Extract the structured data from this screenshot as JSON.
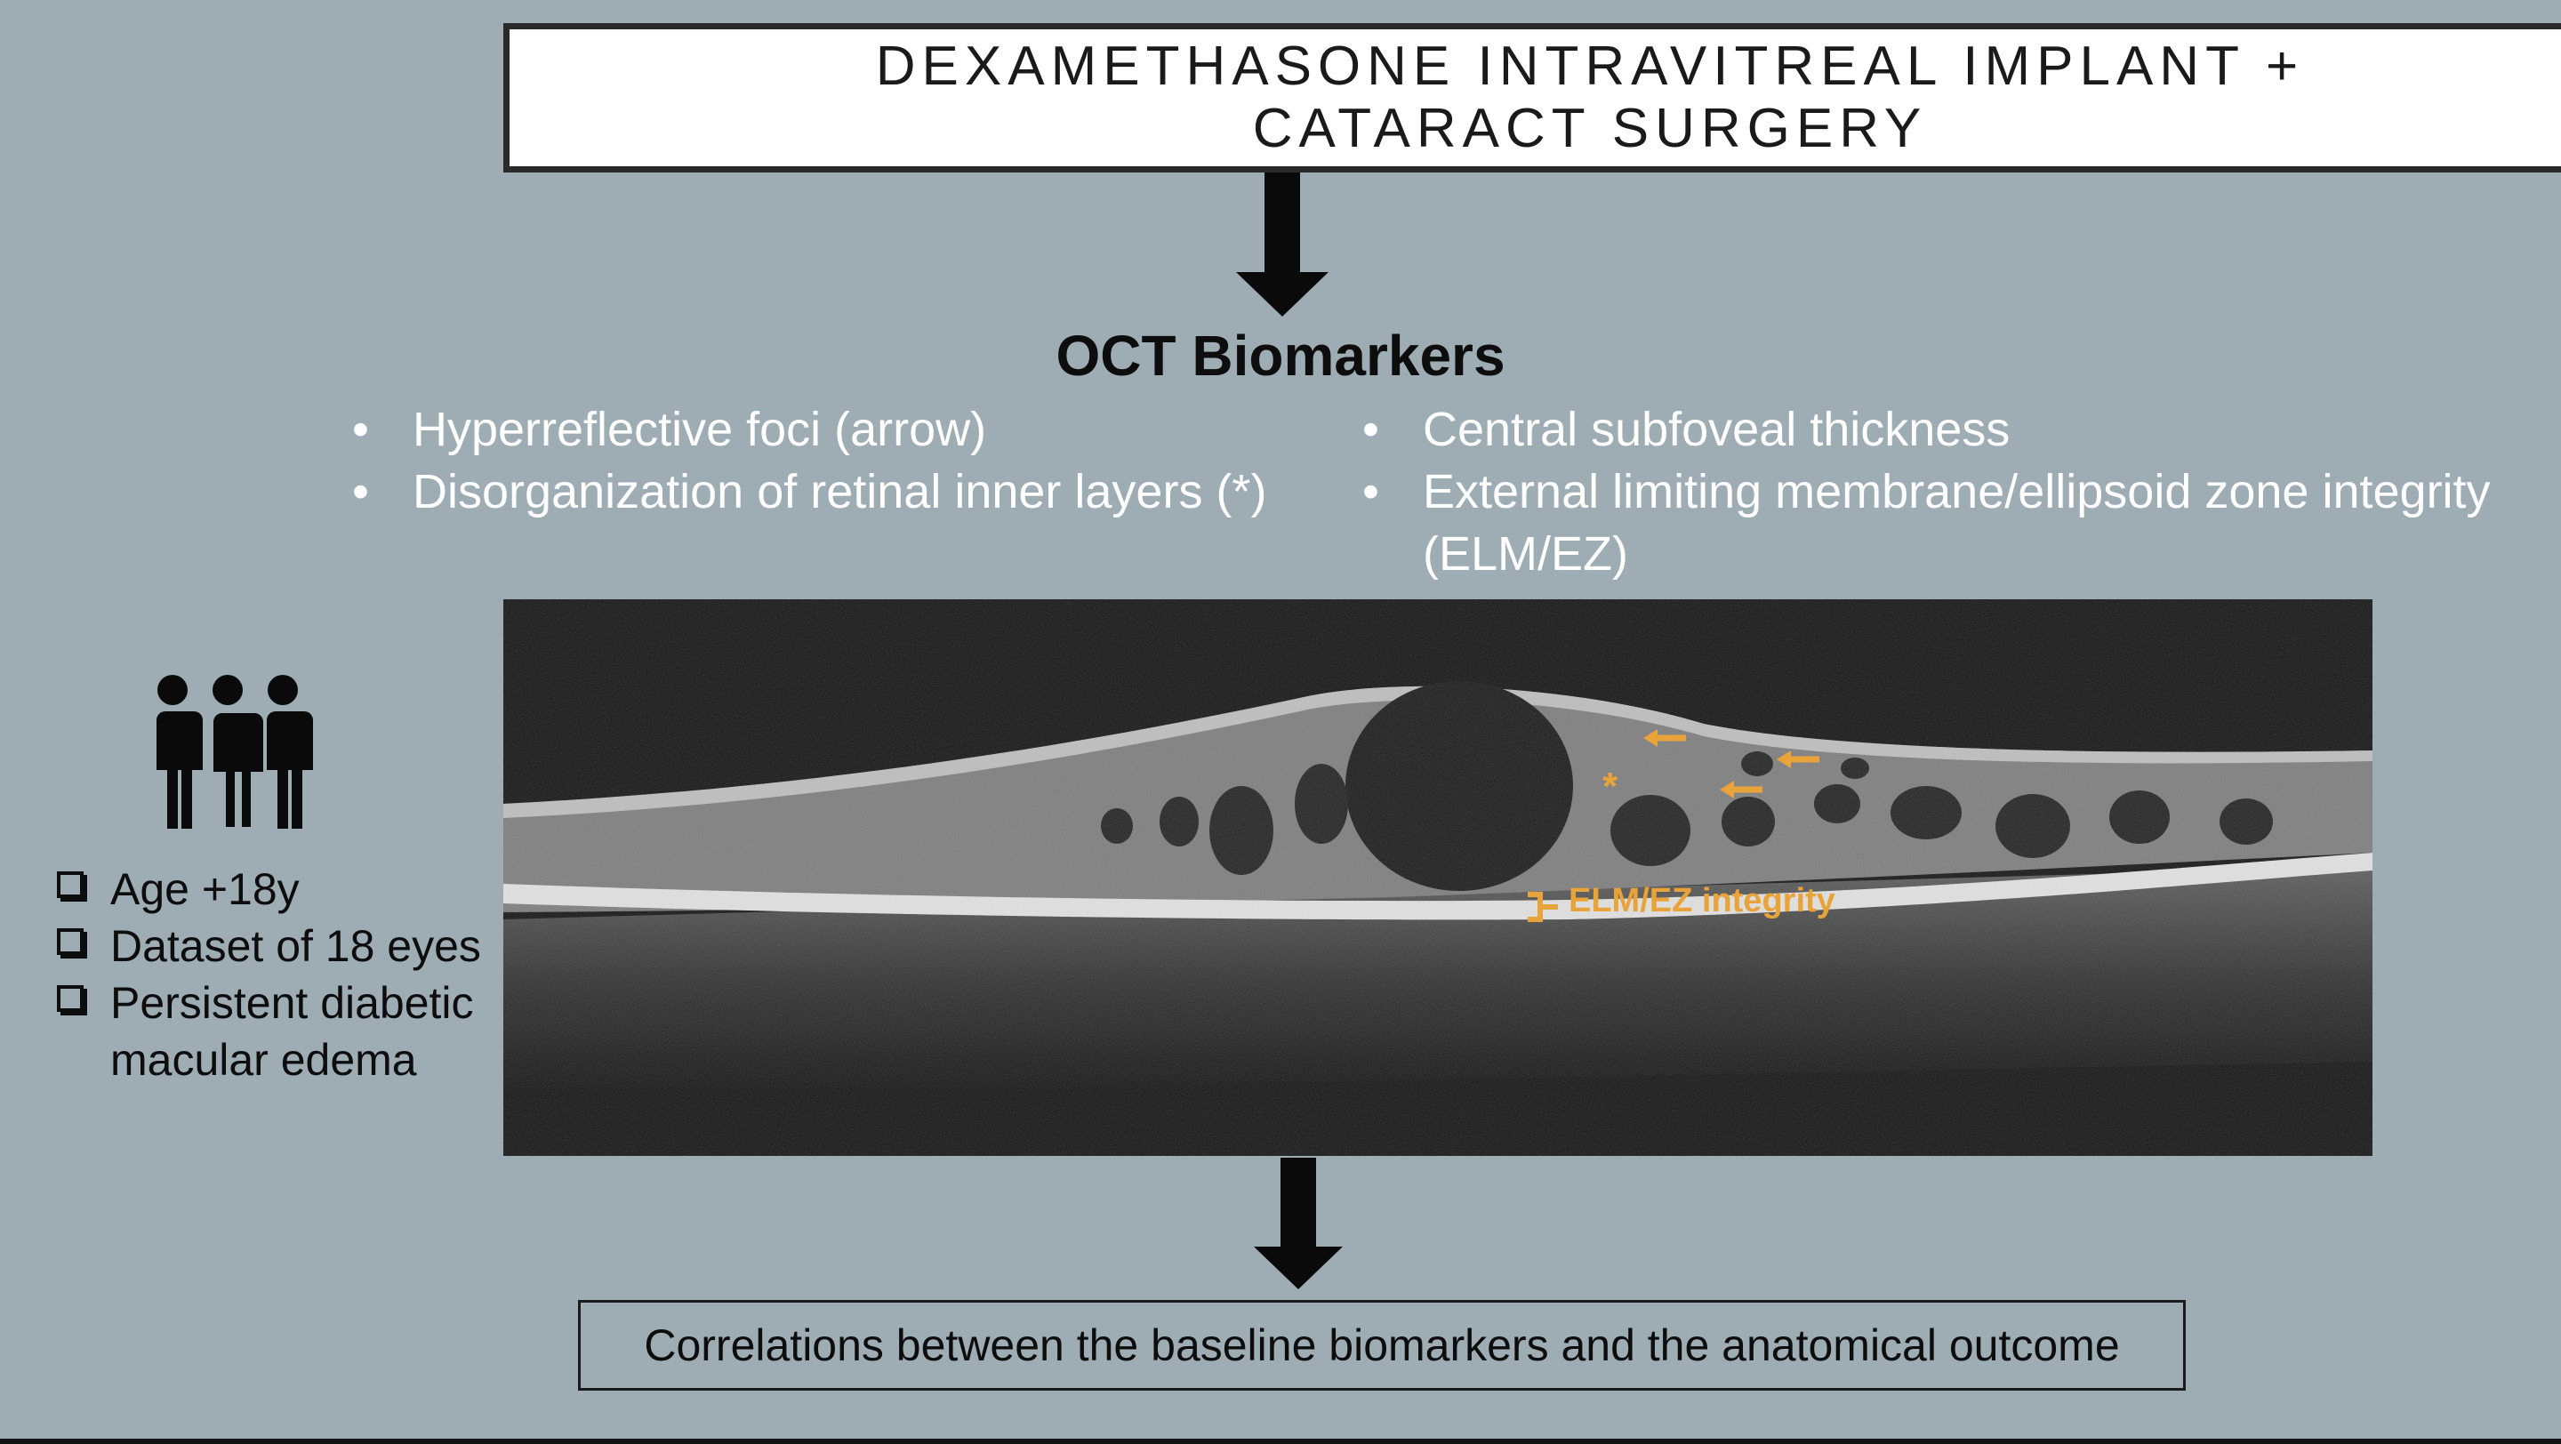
{
  "title": {
    "line1": "DEXAMETHASONE INTRAVITREAL IMPLANT +",
    "line2": "CATARACT SURGERY"
  },
  "biomarkers": {
    "heading": "OCT Biomarkers",
    "left": [
      "Hyperreflective foci (arrow)",
      "Disorganization of retinal inner layers  (*)"
    ],
    "right": [
      "Central subfoveal thickness",
      "External limiting membrane/ellipsoid zone integrity (ELM/EZ)"
    ]
  },
  "oct_image": {
    "asterisk": "*",
    "elm_label": "ELM/EZ integrity",
    "annotation_color": "#e8a33a"
  },
  "population": {
    "icon": "people-group-icon",
    "criteria": [
      "Age +18y",
      "Dataset of 18 eyes",
      "Persistent diabetic macular edema"
    ]
  },
  "outcome": "Correlations between the baseline biomarkers and the anatomical outcome",
  "colors": {
    "background": "#9eacb4",
    "arrow": "#0a0a0a",
    "bullet_text": "#ffffff"
  }
}
